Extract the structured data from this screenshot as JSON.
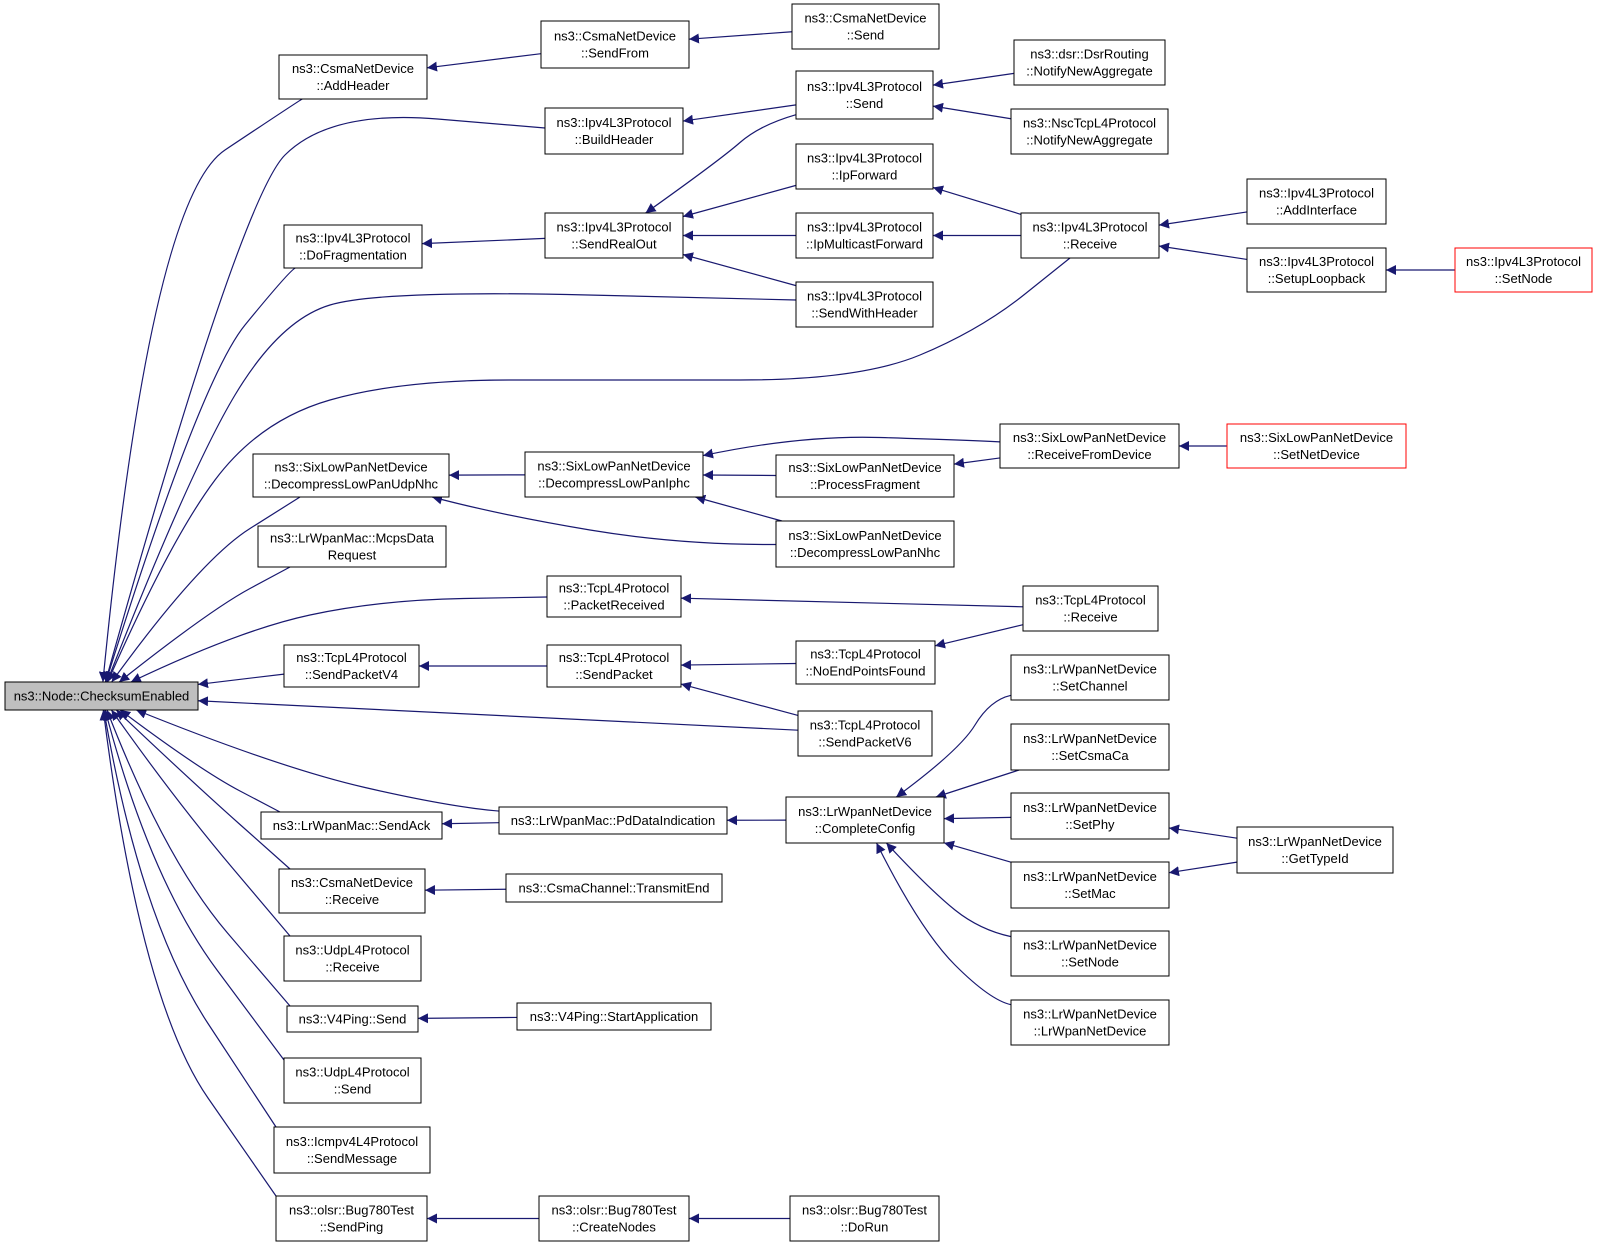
{
  "colors": {
    "edge": "#191970",
    "border": "#000000",
    "root_fill": "#bfbfbf",
    "truncated_border": "#ff0000"
  },
  "nodes": {
    "root": {
      "lines": [
        "ns3::Node::ChecksumEnabled"
      ]
    },
    "csma_addheader": {
      "lines": [
        "ns3::CsmaNetDevice",
        "::AddHeader"
      ]
    },
    "csma_sendfrom": {
      "lines": [
        "ns3::CsmaNetDevice",
        "::SendFrom"
      ]
    },
    "csma_send": {
      "lines": [
        "ns3::CsmaNetDevice",
        "::Send"
      ]
    },
    "ipv4_buildheader": {
      "lines": [
        "ns3::Ipv4L3Protocol",
        "::BuildHeader"
      ]
    },
    "ipv4_send": {
      "lines": [
        "ns3::Ipv4L3Protocol",
        "::Send"
      ]
    },
    "dsr_notify": {
      "lines": [
        "ns3::dsr::DsrRouting",
        "::NotifyNewAggregate"
      ]
    },
    "nsc_notify": {
      "lines": [
        "ns3::NscTcpL4Protocol",
        "::NotifyNewAggregate"
      ]
    },
    "ipv4_ipforward": {
      "lines": [
        "ns3::Ipv4L3Protocol",
        "::IpForward"
      ]
    },
    "ipv4_dofrag": {
      "lines": [
        "ns3::Ipv4L3Protocol",
        "::DoFragmentation"
      ]
    },
    "ipv4_sendrealout": {
      "lines": [
        "ns3::Ipv4L3Protocol",
        "::SendRealOut"
      ]
    },
    "ipv4_ipmcast": {
      "lines": [
        "ns3::Ipv4L3Protocol",
        "::IpMulticastForward"
      ]
    },
    "ipv4_receive": {
      "lines": [
        "ns3::Ipv4L3Protocol",
        "::Receive"
      ]
    },
    "ipv4_addif": {
      "lines": [
        "ns3::Ipv4L3Protocol",
        "::AddInterface"
      ]
    },
    "ipv4_setuploop": {
      "lines": [
        "ns3::Ipv4L3Protocol",
        "::SetupLoopback"
      ]
    },
    "ipv4_setnode": {
      "lines": [
        "ns3::Ipv4L3Protocol",
        "::SetNode"
      ]
    },
    "ipv4_sendwithheader": {
      "lines": [
        "ns3::Ipv4L3Protocol",
        "::SendWithHeader"
      ]
    },
    "six_decompudp": {
      "lines": [
        "ns3::SixLowPanNetDevice",
        "::DecompressLowPanUdpNhc"
      ]
    },
    "six_decompiphc": {
      "lines": [
        "ns3::SixLowPanNetDevice",
        "::DecompressLowPanIphc"
      ]
    },
    "six_procfrag": {
      "lines": [
        "ns3::SixLowPanNetDevice",
        "::ProcessFragment"
      ]
    },
    "six_recvfrom": {
      "lines": [
        "ns3::SixLowPanNetDevice",
        "::ReceiveFromDevice"
      ]
    },
    "six_setnetdev": {
      "lines": [
        "ns3::SixLowPanNetDevice",
        "::SetNetDevice"
      ]
    },
    "six_decompnhc": {
      "lines": [
        "ns3::SixLowPanNetDevice",
        "::DecompressLowPanNhc"
      ]
    },
    "lr_mcps": {
      "lines": [
        "ns3::LrWpanMac::McpsData",
        "Request"
      ]
    },
    "tcp_packetrecv": {
      "lines": [
        "ns3::TcpL4Protocol",
        "::PacketReceived"
      ]
    },
    "tcp_receive": {
      "lines": [
        "ns3::TcpL4Protocol",
        "::Receive"
      ]
    },
    "tcp_sendv4": {
      "lines": [
        "ns3::TcpL4Protocol",
        "::SendPacketV4"
      ]
    },
    "tcp_sendpacket": {
      "lines": [
        "ns3::TcpL4Protocol",
        "::SendPacket"
      ]
    },
    "tcp_noend": {
      "lines": [
        "ns3::TcpL4Protocol",
        "::NoEndPointsFound"
      ]
    },
    "tcp_sendv6": {
      "lines": [
        "ns3::TcpL4Protocol",
        "::SendPacketV6"
      ]
    },
    "lrdev_setchannel": {
      "lines": [
        "ns3::LrWpanNetDevice",
        "::SetChannel"
      ]
    },
    "lrdev_setcsma": {
      "lines": [
        "ns3::LrWpanNetDevice",
        "::SetCsmaCa"
      ]
    },
    "lrdev_complete": {
      "lines": [
        "ns3::LrWpanNetDevice",
        "::CompleteConfig"
      ]
    },
    "lrdev_setphy": {
      "lines": [
        "ns3::LrWpanNetDevice",
        "::SetPhy"
      ]
    },
    "lrdev_gettypeid": {
      "lines": [
        "ns3::LrWpanNetDevice",
        "::GetTypeId"
      ]
    },
    "lrdev_setmac": {
      "lines": [
        "ns3::LrWpanNetDevice",
        "::SetMac"
      ]
    },
    "lrdev_setnode": {
      "lines": [
        "ns3::LrWpanNetDevice",
        "::SetNode"
      ]
    },
    "lrdev_ctor": {
      "lines": [
        "ns3::LrWpanNetDevice",
        "::LrWpanNetDevice"
      ]
    },
    "lrmac_sendack": {
      "lines": [
        "ns3::LrWpanMac::SendAck"
      ]
    },
    "lrmac_pddata": {
      "lines": [
        "ns3::LrWpanMac::PdDataIndication"
      ]
    },
    "csma_receive": {
      "lines": [
        "ns3::CsmaNetDevice",
        "::Receive"
      ]
    },
    "csmach_txend": {
      "lines": [
        "ns3::CsmaChannel::TransmitEnd"
      ]
    },
    "udp_receive": {
      "lines": [
        "ns3::UdpL4Protocol",
        "::Receive"
      ]
    },
    "v4ping_send": {
      "lines": [
        "ns3::V4Ping::Send"
      ]
    },
    "v4ping_start": {
      "lines": [
        "ns3::V4Ping::StartApplication"
      ]
    },
    "udp_send": {
      "lines": [
        "ns3::UdpL4Protocol",
        "::Send"
      ]
    },
    "icmp_sendmsg": {
      "lines": [
        "ns3::Icmpv4L4Protocol",
        "::SendMessage"
      ]
    },
    "olsr_sendping": {
      "lines": [
        "ns3::olsr::Bug780Test",
        "::SendPing"
      ]
    },
    "olsr_createnodes": {
      "lines": [
        "ns3::olsr::Bug780Test",
        "::CreateNodes"
      ]
    },
    "olsr_dorun": {
      "lines": [
        "ns3::olsr::Bug780Test",
        "::DoRun"
      ]
    }
  }
}
